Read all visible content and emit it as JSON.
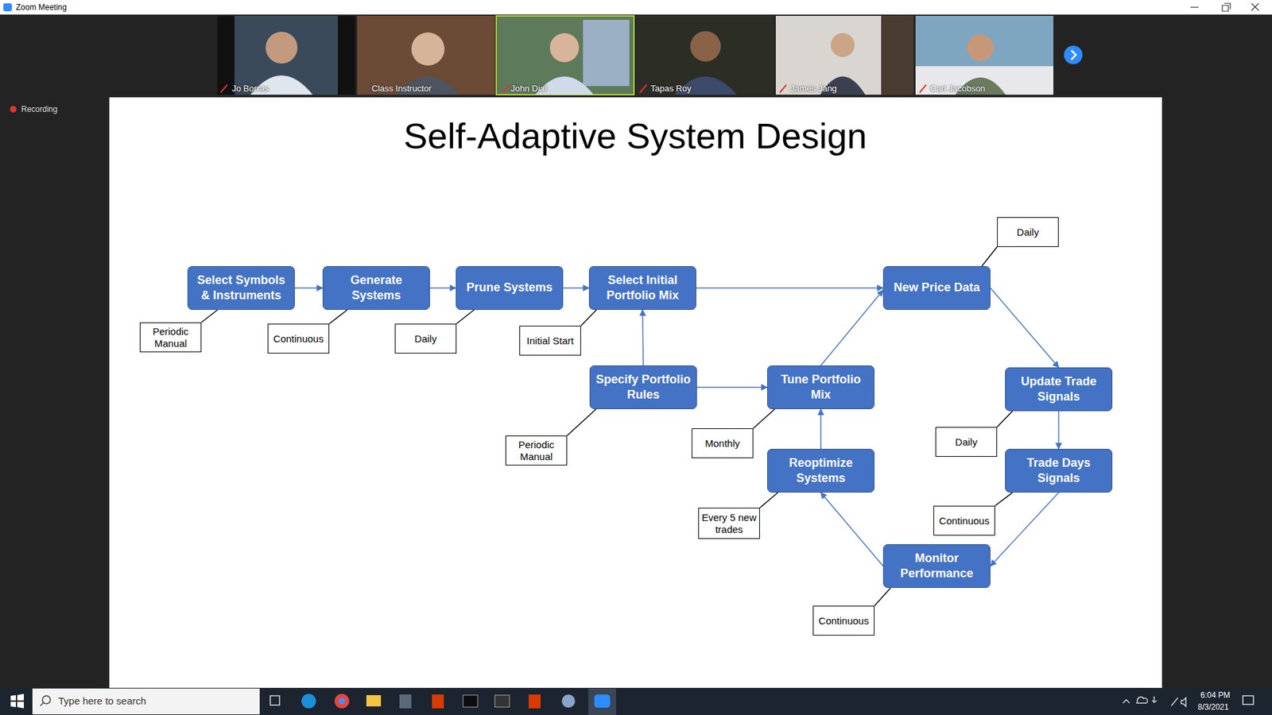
{
  "diagram": {
    "title": "Self-Adaptive System Design",
    "nodes": [
      {
        "text": [
          "Select Symbols & Instruments"
        ]
      },
      {
        "text": [
          "Generate Systems"
        ]
      },
      {
        "text": [
          "Prune Systems"
        ]
      },
      {
        "text": [
          "Select Initial Portfolio Mix"
        ]
      },
      {
        "text": [
          "New Price Data"
        ]
      },
      {
        "text": [
          "Specify Portfolio Rules"
        ]
      },
      {
        "text": [
          "Tune Portfolio Mix"
        ]
      },
      {
        "text": [
          "Update Trade Signals"
        ]
      },
      {
        "text": [
          "Reoptimize Systems"
        ]
      },
      {
        "text": [
          "Trade Days Signals"
        ]
      },
      {
        "text": [
          "Monitor Performance"
        ]
      },
      {
        "text": [
          "Periodic Manual"
        ]
      },
      {
        "text": [
          "Continuous"
        ]
      },
      {
        "text": [
          "Daily"
        ]
      },
      {
        "text": [
          "Initial Start"
        ]
      },
      {
        "text": [
          "Daily"
        ]
      },
      {
        "text": [
          "Periodic Manual"
        ]
      },
      {
        "text": [
          "Monthly"
        ]
      },
      {
        "text": [
          "Daily"
        ]
      },
      {
        "text": [
          "Every 5 new trades"
        ]
      },
      {
        "text": [
          "Continuous"
        ]
      },
      {
        "text": [
          "Continuous"
        ]
      }
    ],
    "edges": [
      {
        "from": 0,
        "to": 1,
        "arrow": "to"
      },
      {
        "from": 1,
        "to": 2,
        "arrow": "to"
      },
      {
        "from": 2,
        "to": 3,
        "arrow": "to"
      },
      {
        "from": 3,
        "to": 4,
        "arrow": "to"
      },
      {
        "from": 5,
        "to": 3,
        "arrow": "to"
      },
      {
        "from": 5,
        "to": 6,
        "arrow": "to"
      },
      {
        "from": 6,
        "to": 4,
        "arrow": "to"
      },
      {
        "from": 4,
        "to": 7,
        "arrow": "to"
      },
      {
        "from": 7,
        "to": 9,
        "arrow": "to"
      },
      {
        "from": 9,
        "to": 10,
        "arrow": "to"
      },
      {
        "from": 10,
        "to": 8,
        "arrow": "to"
      },
      {
        "from": 8,
        "to": 6,
        "arrow": "to"
      },
      {
        "from": 11,
        "to": 0,
        "arrow": "none"
      },
      {
        "from": 12,
        "to": 1,
        "arrow": "none"
      },
      {
        "from": 13,
        "to": 2,
        "arrow": "none"
      },
      {
        "from": 14,
        "to": 3,
        "arrow": "none"
      },
      {
        "from": 15,
        "to": 4,
        "arrow": "none"
      },
      {
        "from": 16,
        "to": 5,
        "arrow": "none"
      },
      {
        "from": 17,
        "to": 6,
        "arrow": "none"
      },
      {
        "from": 18,
        "to": 7,
        "arrow": "none"
      },
      {
        "from": 19,
        "to": 8,
        "arrow": "none"
      },
      {
        "from": 20,
        "to": 9,
        "arrow": "none"
      },
      {
        "from": 21,
        "to": 10,
        "arrow": "none"
      }
    ],
    "labels": [
      "Zoom Meeting",
      "Jo Borras",
      "Class Instructor",
      "John Dial",
      "Tapas Roy",
      "James Jang",
      "Carl Jacobson",
      "Recording",
      "Type here to search",
      "6:04 PM",
      "8/3/2021"
    ]
  }
}
